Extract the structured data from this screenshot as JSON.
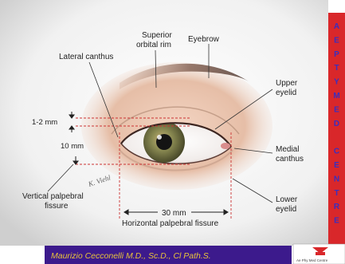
{
  "labels": {
    "superior_rim_line1": "Superior",
    "superior_rim_line2": "orbital rim",
    "eyebrow": "Eyebrow",
    "lateral_canthus": "Lateral canthus",
    "upper_eyelid_line1": "Upper",
    "upper_eyelid_line2": "eyelid",
    "mm_1_2": "1-2 mm",
    "mm_10": "10 mm",
    "medial_canthus_line1": "Medial",
    "medial_canthus_line2": "canthus",
    "vertical_fissure_line1": "Vertical palpebral",
    "vertical_fissure_line2": "fissure",
    "mm_30": "30 mm",
    "horizontal_fissure": "Horizontal palpebral fissure",
    "lower_eyelid_line1": "Lower",
    "lower_eyelid_line2": "eyelid",
    "signature": "K. Viehl"
  },
  "sidebar": {
    "letters": [
      "A",
      "E",
      "P",
      "T",
      "Y",
      "M",
      "E",
      "D",
      "",
      "C",
      "E",
      "N",
      "T",
      "R",
      "E"
    ]
  },
  "footer": {
    "author": "Maurizio Cecconelli M.D., Sc.D., Cl Path.S.",
    "logo_caption": "Ae Phy Med Centre"
  },
  "colors": {
    "background": "#ffffff",
    "sidebar": "#d9272a",
    "sidebar_letters": "#3a2fbf",
    "footer_bar": "#3c1a8c",
    "footer_text": "#e9c33b",
    "skin": "#e6bea7",
    "iris": "#8a8a52"
  }
}
